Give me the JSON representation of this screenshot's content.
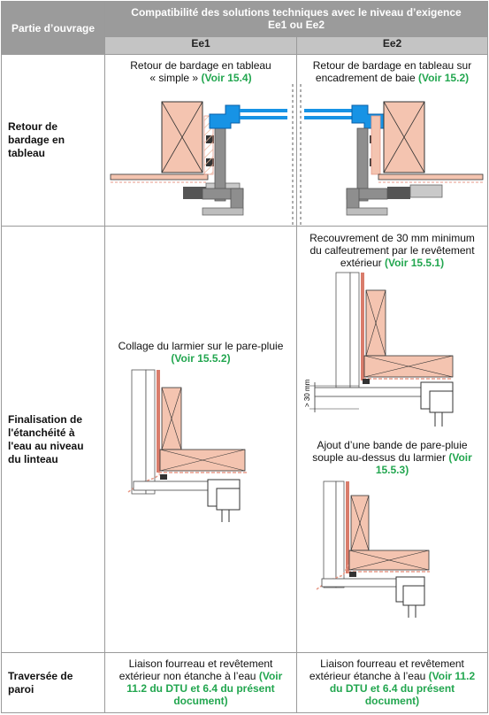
{
  "header": {
    "col1": "Partie d’ouvrage",
    "col2_line1": "Compatibilité des solutions techniques avec le niveau d’exigence",
    "col2_line2": "Ee1 ou Ee2",
    "ee1": "Ee1",
    "ee2": "Ee2"
  },
  "rows": [
    {
      "label_lines": [
        "Retour de",
        "bardage en",
        "tableau"
      ],
      "ee1": {
        "text_lines": [
          "Retour de bardage en tableau",
          "« simple »"
        ],
        "ref": "(Voir 15.4)"
      },
      "ee2": {
        "text_lines": [
          "Retour de bardage en tableau sur",
          "encadrement de baie"
        ],
        "ref": "(Voir 15.2)"
      }
    },
    {
      "label_lines": [
        "Finalisation de",
        "l'étanchéité à",
        "l'eau au niveau",
        "du linteau"
      ],
      "ee1": {
        "text": "Collage du larmier sur le pare-pluie",
        "ref": "(Voir 15.5.2)"
      },
      "ee2a": {
        "text_lines": [
          "Recouvrement de 30 mm minimum",
          "du calfeutrement par le revêtement",
          "extérieur"
        ],
        "ref": "(Voir 15.5.1)"
      },
      "ee2_dim": "> 30 mm",
      "ee2b": {
        "text_lines": [
          "Ajout d’une bande de pare-pluie",
          "souple au-dessus du larmier"
        ],
        "ref_inline": "(Voir",
        "ref_next": "15.5.3)"
      }
    },
    {
      "label_lines": [
        "Traversée de",
        "paroi"
      ],
      "ee1": {
        "text_lines": [
          "Liaison fourreau et revêtement",
          "extérieur non étanche à l’eau"
        ],
        "ref_inline": "(Voir",
        "ref_lines": [
          "11.2 du DTU et 6.4 du présent",
          "document)"
        ]
      },
      "ee2": {
        "text_lines": [
          "Liaison fourreau et revêtement",
          "extérieur étanche à l’eau"
        ],
        "ref_inline": "(Voir 11.2",
        "ref_lines": [
          "du DTU et 6.4 du présent",
          "document)"
        ]
      }
    }
  ]
}
